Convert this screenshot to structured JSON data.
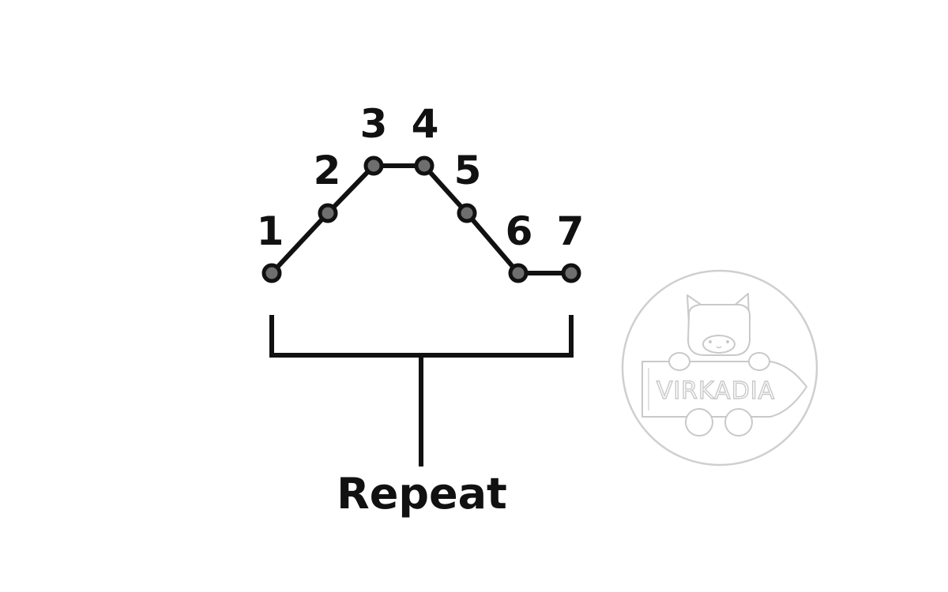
{
  "diagram": {
    "points": [
      {
        "label": "1"
      },
      {
        "label": "2"
      },
      {
        "label": "3"
      },
      {
        "label": "4"
      },
      {
        "label": "5"
      },
      {
        "label": "6"
      },
      {
        "label": "7"
      }
    ],
    "bracket_label": "Repeat",
    "colors": {
      "line": "#111111",
      "dot_fill": "#6e6e6e",
      "watermark": "#c9c9c9"
    }
  },
  "watermark": {
    "text": "VIRKADIA",
    "icon": "cat-holding-sign-logo"
  }
}
